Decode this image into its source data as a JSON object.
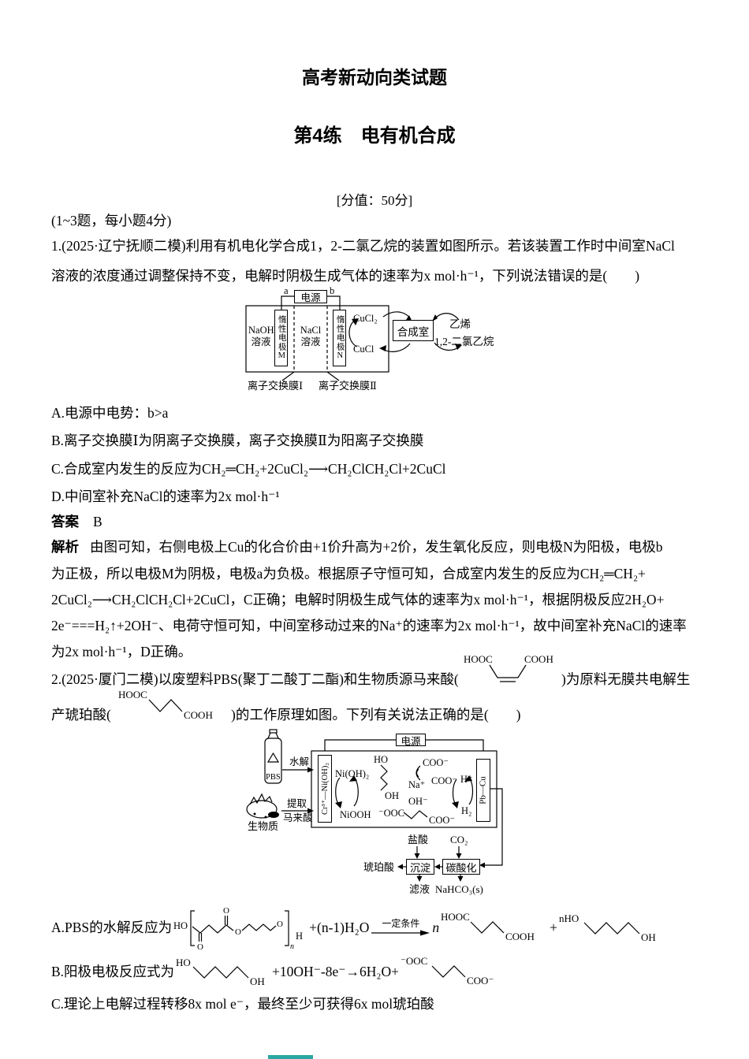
{
  "page": {
    "title": "高考新动向类试题",
    "subtitle": "第4练　电有机合成",
    "score_line": "[分值：50分]",
    "note": "(1~3题，每小题4分)",
    "accent_color": "#2aa7a5"
  },
  "q1": {
    "stem1": "1.(2025·辽宁抚顺二模)利用有机电化学合成1，2-二氯乙烷的装置如图所示。若该装置工作时中间室NaCl",
    "stem2": "溶液的浓度通过调整保持不变，电解时阴极生成气体的速率为x mol·h⁻¹，下列说法错误的是(　　)",
    "optionA": "A.电源中电势：b>a",
    "optionB": "B.离子交换膜Ⅰ为阴离子交换膜，离子交换膜Ⅱ为阳离子交换膜",
    "optionC": "C.合成室内发生的反应为CH₂═CH₂+2CuCl₂⟶CH₂ClCH₂Cl+2CuCl",
    "optionD": "D.中间室补充NaCl的速率为2x mol·h⁻¹",
    "answer_label": "答案",
    "answer": "B",
    "analysis_label": "解析",
    "analysis1": "由图可知，右侧电极上Cu的化合价由+1价升高为+2价，发生氧化反应，则电极N为阳极，电极b",
    "analysis2": "为正极，所以电极M为阴极，电极a为负极。根据原子守恒可知，合成室内发生的反应为CH₂═CH₂+",
    "analysis3": "2CuCl₂⟶CH₂ClCH₂Cl+2CuCl，C正确；电解时阴极生成气体的速率为x mol·h⁻¹，根据阴极反应2H₂O+",
    "analysis4": "2e⁻===H₂↑+2OH⁻、电荷守恒可知，中间室移动过来的Na⁺的速率为2x mol·h⁻¹，故中间室补充NaCl的速率",
    "analysis5": "为2x mol·h⁻¹，D正确。"
  },
  "q1_diagram": {
    "power": "电源",
    "term_a": "a",
    "term_b": "b",
    "naoh1": "NaOH",
    "naoh2": "溶液",
    "nacl1": "NaCl",
    "nacl2": "溶液",
    "electrode_m": "惰性电极M",
    "electrode_n": "惰性电极N",
    "cucl2": "CuCl₂",
    "cucl": "CuCl",
    "synthesis": "合成室",
    "ethylene": "乙烯",
    "dichloroethane": "1,2-二氯乙烷",
    "membrane1": "离子交换膜Ⅰ",
    "membrane2": "离子交换膜Ⅱ"
  },
  "q2": {
    "stem1a": "2.(2025·厦门二模)以废塑料PBS(聚丁二酸丁二酯)和生物质源马来酸(",
    "stem1b": ")为原料无膜共电解生",
    "stem2a": "产琥珀酸(",
    "stem2b": ")的工作原理如图。下列有关说法正确的是(　　)",
    "optionA_label": "A.PBS的水解反应为",
    "optionA_water": "+(n-1)H₂O",
    "optionA_condition": "一定条件",
    "optionA_n": "n",
    "optionA_plus": "+",
    "optionB_label": "B.阳极电极反应式为",
    "optionB_mid": "+10OH⁻-8e⁻→6H₂O+",
    "optionC": "C.理论上电解过程转移8x mol e⁻，最终至少可获得6x mol琥珀酸"
  },
  "q2_diagram": {
    "power": "电源",
    "pbs": "PBS",
    "hydrolysis": "水解",
    "biomass": "生物质",
    "extract": "提取",
    "maleic": "马来酸",
    "left_electrode": "Cr³⁺—Ni(OH)₂",
    "ni_oh_2": "Ni(OH)₂",
    "niooh": "NiOOH",
    "ho": "HO",
    "oh": "OH",
    "coo_top": "COO⁻",
    "coo_bottom": "COO⁻",
    "na": "Na⁺",
    "oh_ion": "OH⁻",
    "ooc": "⁻OOC",
    "coo2": "COO⁻",
    "h_plus": "H⁺",
    "h2": "H₂",
    "right_electrode": "Pb—Cu",
    "hcl": "盐酸",
    "co2": "CO₂",
    "precipitate": "沉淀",
    "carbonation": "碳酸化",
    "succinic": "琥珀酸",
    "filtrate": "滤液",
    "nahco3": "NaHCO₃(s)"
  },
  "formulas": {
    "hooc": "HOOC",
    "cooh": "COOH",
    "ho": "HO",
    "oh": "OH",
    "nho": "nHO",
    "ooc": "⁻OOC",
    "coo": "COO⁻",
    "o": "O",
    "n": "n",
    "h": "H"
  }
}
